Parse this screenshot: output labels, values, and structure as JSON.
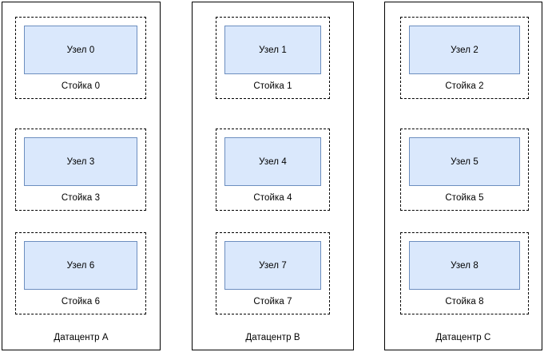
{
  "diagram": {
    "type": "hierarchical-container-diagram",
    "title": "",
    "colors": {
      "node_fill": "#dae8fc",
      "node_stroke": "#6c8ebf",
      "container_stroke": "#000000",
      "rack_stroke": "#000000",
      "text": "#000000",
      "background": "#ffffff"
    },
    "datacenters": [
      {
        "label": "Датацентр A",
        "racks": [
          {
            "label": "Стойка 0",
            "node": {
              "label": "Узел 0"
            }
          },
          {
            "label": "Стойка 3",
            "node": {
              "label": "Узел 3"
            }
          },
          {
            "label": "Стойка 6",
            "node": {
              "label": "Узел 6"
            }
          }
        ]
      },
      {
        "label": "Датацентр B",
        "racks": [
          {
            "label": "Стойка 1",
            "node": {
              "label": "Узел 1"
            }
          },
          {
            "label": "Стойка 4",
            "node": {
              "label": "Узел 4"
            }
          },
          {
            "label": "Стойка 7",
            "node": {
              "label": "Узел 7"
            }
          }
        ]
      },
      {
        "label": "Датацентр C",
        "racks": [
          {
            "label": "Стойка 2",
            "node": {
              "label": "Узел 2"
            }
          },
          {
            "label": "Стойка 5",
            "node": {
              "label": "Узел 5"
            }
          },
          {
            "label": "Стойка 8",
            "node": {
              "label": "Узел 8"
            }
          }
        ]
      }
    ]
  }
}
